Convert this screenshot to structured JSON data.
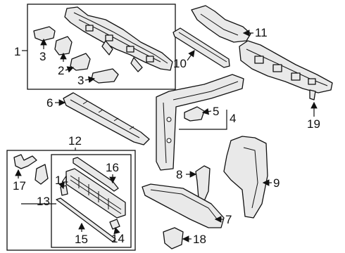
{
  "diagram": {
    "callouts": {
      "c1": "1",
      "c2": "2",
      "c3a": "3",
      "c3b": "3",
      "c4": "4",
      "c5": "5",
      "c6": "6",
      "c7": "7",
      "c8": "8",
      "c9": "9",
      "c10": "10",
      "c11": "11",
      "c12": "12",
      "c13": "13",
      "c14a": "14",
      "c14b": "14",
      "c15": "15",
      "c16": "16",
      "c17": "17",
      "c18": "18",
      "c19": "19"
    }
  }
}
